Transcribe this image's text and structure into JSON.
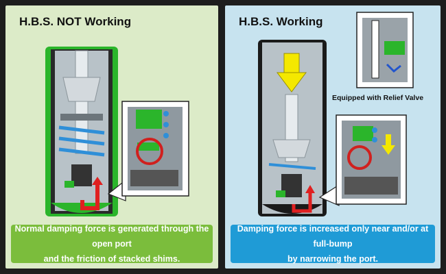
{
  "left_panel": {
    "title": "H.B.S. NOT Working",
    "caption_line1": "Normal damping force is generated through the open port",
    "caption_line2": "and the friction of stacked shims."
  },
  "right_panel": {
    "title": "H.B.S. Working",
    "relief_valve_label": "Equipped with Relief Valve",
    "caption_line1": "Damping force is increased only near and/or at full-bump",
    "caption_line2": "by narrowing the port."
  },
  "colors": {
    "left_bg": "#dcebc8",
    "right_bg": "#c7e3ef",
    "left_caption": "#7bbd3c",
    "right_caption": "#1f9bd6",
    "flow_arrow": "#e02020",
    "compression_arrow": "#f4e800",
    "shock_body": "#2bb52b"
  }
}
